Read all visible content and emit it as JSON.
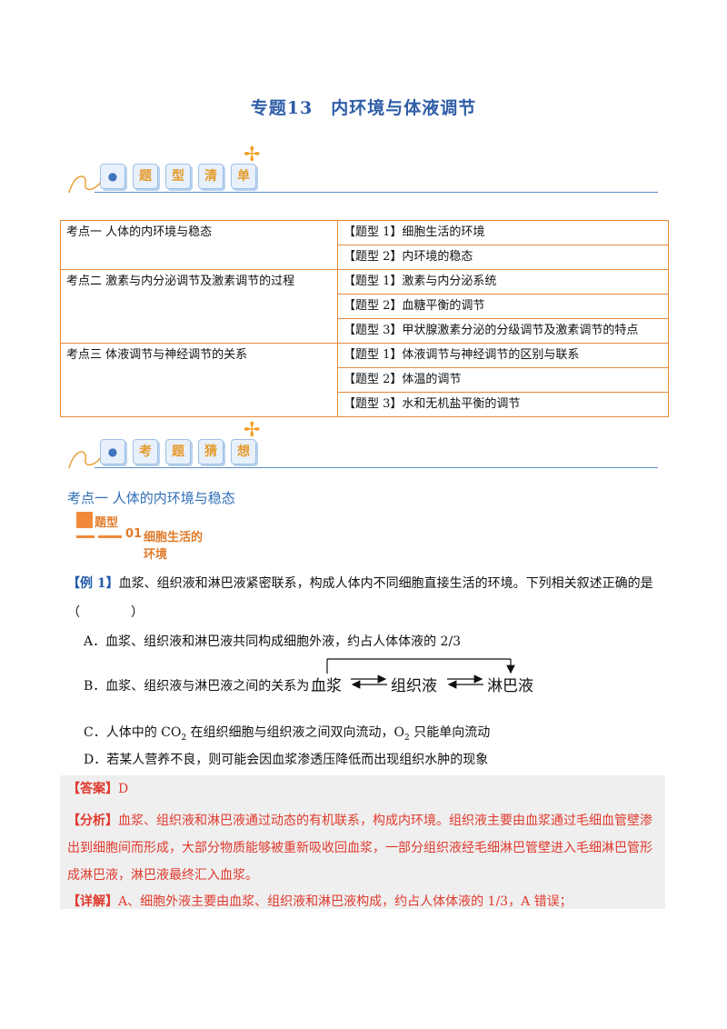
{
  "doc_title": "专题13　内环境与体液调节",
  "banner1": {
    "chars": [
      "题",
      "型",
      "清",
      "单"
    ]
  },
  "banner2": {
    "chars": [
      "考",
      "题",
      "猜",
      "想"
    ]
  },
  "toc": [
    {
      "topic": "考点一  人体的内环境与稳态",
      "items": [
        "【题型 1】细胞生活的环境",
        "【题型 2】内环境的稳态"
      ]
    },
    {
      "topic": "考点二  激素与内分泌调节及激素调节的过程",
      "items": [
        "【题型 1】激素与内分泌系统",
        "【题型 2】血糖平衡的调节",
        "【题型 3】甲状腺激素分泌的分级调节及激素调节的特点"
      ]
    },
    {
      "topic": "考点三  体液调节与神经调节的关系",
      "items": [
        "【题型 1】体液调节与神经调节的区别与联系",
        "【题型 2】体温的调节",
        "【题型 3】水和无机盐平衡的调节"
      ]
    }
  ],
  "section_heading": "考点一  人体的内环境与稳态",
  "tixing": {
    "label": "题型",
    "num": "01",
    "name": "细胞生活的环境"
  },
  "example": {
    "tag": "【例 1】",
    "stem": "血浆、组织液和淋巴液紧密联系，构成人体内不同细胞直接生活的环境。下列相关叙述正确的是",
    "paren": "（　　　　）",
    "optA": "A．血浆、组织液和淋巴液共同构成细胞外液，约占人体体液的 2/3",
    "optB": "B．血浆、组织液与淋巴液之间的关系为",
    "diagram": {
      "n1": "血浆",
      "n2": "组织液",
      "n3": "淋巴液"
    },
    "optC_a": "C．人体中的 CO",
    "optC_sub1": "2",
    "optC_b": " 在组织细胞与组织液之间双向流动，O",
    "optC_sub2": "2",
    "optC_c": " 只能单向流动",
    "optD": "D．若某人营养不良，则可能会因血浆渗透压降低而出现组织水肿的现象"
  },
  "answer": {
    "tag": "【答案】",
    "value": "D"
  },
  "analysis": {
    "tag": "【分析】",
    "line1": "血浆、组织液和淋巴液通过动态的有机联系，构成内环境。组织液主要由血浆通过毛细血管壁渗",
    "line2": "出到细胞间而形成，大部分物质能够被重新吸收回血浆，一部分组织液经毛细淋巴管壁进入毛细淋巴管形",
    "line3": "成淋巴液，淋巴液最终汇入血浆。"
  },
  "detail": {
    "tag": "【详解】",
    "text": "A、细胞外液主要由血浆、组织液和淋巴液构成，约占人体体液的 1/3，A 错误；"
  }
}
